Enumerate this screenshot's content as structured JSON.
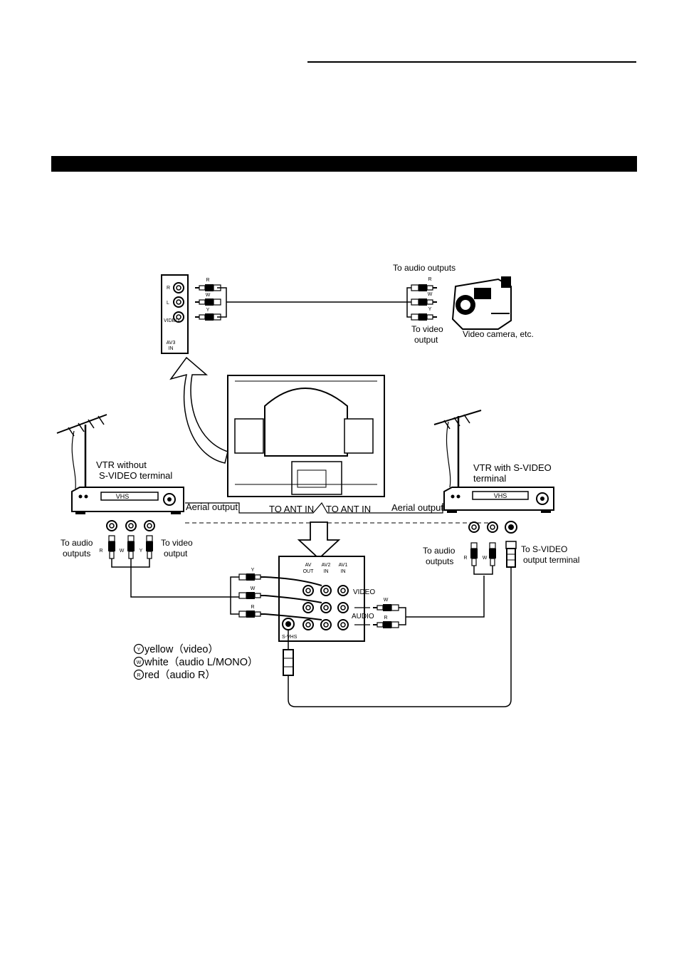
{
  "labels": {
    "camera_audio": "To audio outputs",
    "camera_video_1": "To video",
    "camera_video_2": "output",
    "camera": "Video camera, etc.",
    "vtr_left_1": "VTR without",
    "vtr_left_2": "S-VIDEO terminal",
    "vtr_right_1": "VTR with S-VIDEO",
    "vtr_right_2": "terminal",
    "aerial_left": "Aerial output",
    "aerial_right": "Aerial output",
    "ant_in_left": "TO ANT IN",
    "ant_in_right": "TO ANT IN",
    "left_audio_1": "To audio",
    "left_audio_2": "outputs",
    "left_video_1": "To video",
    "left_video_2": "output",
    "right_audio_1": "To audio",
    "right_audio_2": "outputs",
    "right_svideo_1": "To S-VIDEO",
    "right_svideo_2": "output terminal",
    "vhs": "VHS",
    "av_out_1": "AV",
    "av_out_2": "OUT",
    "av2_in_1": "AV2",
    "av2_in_2": "IN",
    "av1_in_1": "AV1",
    "av1_in_2": "IN",
    "video": "VIDEO",
    "audio": "AUDIO",
    "svhs": "S-VHS",
    "av3_1": "AV3",
    "av3_2": "IN",
    "panel_r": "R",
    "panel_l": "L",
    "panel_video": "VIDEO"
  },
  "plug_marks": {
    "red": "R",
    "white": "W",
    "yellow": "Y"
  },
  "legend": [
    {
      "mark": "Y",
      "text": "yellow（video）"
    },
    {
      "mark": "W",
      "text": "white（audio L/MONO）"
    },
    {
      "mark": "R",
      "text": "red（audio R）"
    }
  ],
  "colors": {
    "ink": "#000000",
    "paper": "#ffffff"
  }
}
